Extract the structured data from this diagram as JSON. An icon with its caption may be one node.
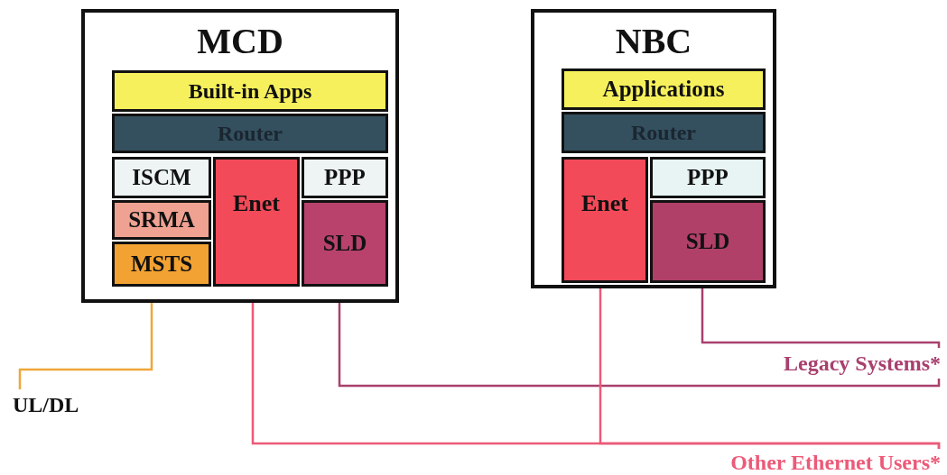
{
  "diagram": {
    "nodes": [
      {
        "text": [
          "MCD"
        ]
      },
      {
        "text": [
          "Built-in Apps"
        ],
        "in": 0
      },
      {
        "text": [
          "Router"
        ],
        "in": 0
      },
      {
        "text": [
          "ISCM"
        ],
        "in": 0
      },
      {
        "text": [
          "SRMA"
        ],
        "in": 0
      },
      {
        "text": [
          "MSTS"
        ],
        "in": 0
      },
      {
        "text": [
          "Enet"
        ],
        "in": 0
      },
      {
        "text": [
          "PPP"
        ],
        "in": 0
      },
      {
        "text": [
          "SLD"
        ],
        "in": 0
      },
      {
        "text": [
          "NBC"
        ]
      },
      {
        "text": [
          "Applications"
        ],
        "in": 9
      },
      {
        "text": [
          "Router"
        ],
        "in": 9
      },
      {
        "text": [
          "Enet"
        ],
        "in": 9
      },
      {
        "text": [
          "PPP"
        ],
        "in": 9
      },
      {
        "text": [
          "SLD"
        ],
        "in": 9
      },
      {
        "text": [
          "UL/DL"
        ]
      },
      {
        "text": [
          "Legacy Systems*"
        ]
      },
      {
        "text": [
          "Other Ethernet Users*"
        ]
      }
    ],
    "edges": [
      {
        "from": 5,
        "to": 15,
        "arrow": "none",
        "color": "#f0a63a"
      },
      {
        "from": 6,
        "to": 17,
        "arrow": "none",
        "color": "#ec5a78"
      },
      {
        "from": 8,
        "to": 16,
        "arrow": "none",
        "color": "#a8406e"
      },
      {
        "from": 12,
        "to": 17,
        "arrow": "none",
        "color": "#ec5a78"
      },
      {
        "from": 14,
        "to": 16,
        "arrow": "none",
        "color": "#a8406e"
      }
    ]
  }
}
